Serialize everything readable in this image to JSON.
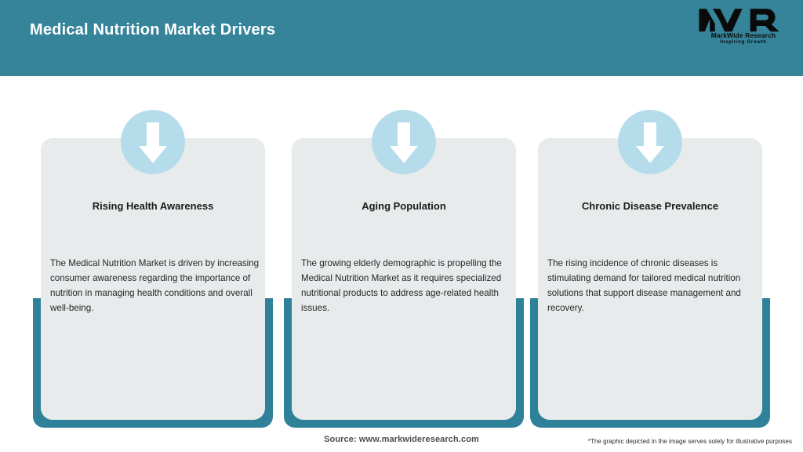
{
  "header": {
    "title": "Medical Nutrition Market Drivers",
    "background_color": "#35849A",
    "title_color": "#FFFFFF"
  },
  "logo": {
    "mark": "MWR",
    "name": "MarkWide Research",
    "tagline": "Inspiring Growth",
    "color": "#000000"
  },
  "theme": {
    "teal": "#2F8199",
    "card_gray": "#E8EBEC",
    "icon_circle_blue": "#B5DCEB",
    "arrow_white": "#FFFFFF"
  },
  "cards": [
    {
      "icon": "arrow-down-icon",
      "heading": "Rising Health Awareness",
      "body": "The Medical Nutrition Market is driven by increasing consumer awareness regarding the importance of nutrition in managing health conditions and overall well-being."
    },
    {
      "icon": "arrow-down-icon",
      "heading": "Aging Population",
      "body": "The growing elderly demographic is propelling the Medical Nutrition Market as it requires specialized nutritional products to address age-related health issues."
    },
    {
      "icon": "arrow-down-icon",
      "heading": "Chronic Disease Prevalence",
      "body": "The rising incidence of chronic diseases is stimulating demand for tailored medical nutrition solutions that support disease management and recovery."
    }
  ],
  "footer": {
    "source": "Source: www.markwideresearch.com",
    "disclaimer": "*The graphic depicted in the image serves solely for illustrative purposes"
  }
}
